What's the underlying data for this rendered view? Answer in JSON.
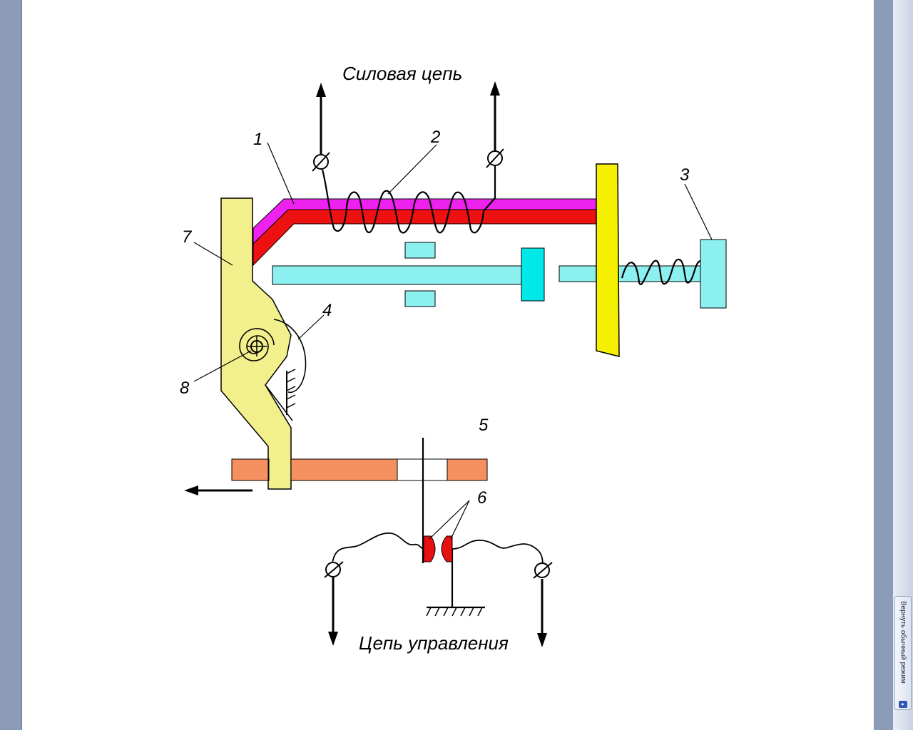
{
  "diagram": {
    "power_circuit_label": "Силовая цепь",
    "control_circuit_label": "Цепь управления",
    "numbers": {
      "n1": "1",
      "n2": "2",
      "n3": "3",
      "n4": "4",
      "n5": "5",
      "n6": "6",
      "n7": "7",
      "n8": "8"
    }
  },
  "side_panel": {
    "return_button_label": "Вернуть обычный режим",
    "return_button_icon": "arrow-icon"
  },
  "colors": {
    "top_bar": "#ee22ee",
    "bottom_bar": "#ee1111",
    "latch": "#f2f08c",
    "armature": "#f5f000",
    "rod": "#8df0f0",
    "slider": "#f59060",
    "contacts": "#e81010",
    "frame": "#8c9bb8"
  }
}
